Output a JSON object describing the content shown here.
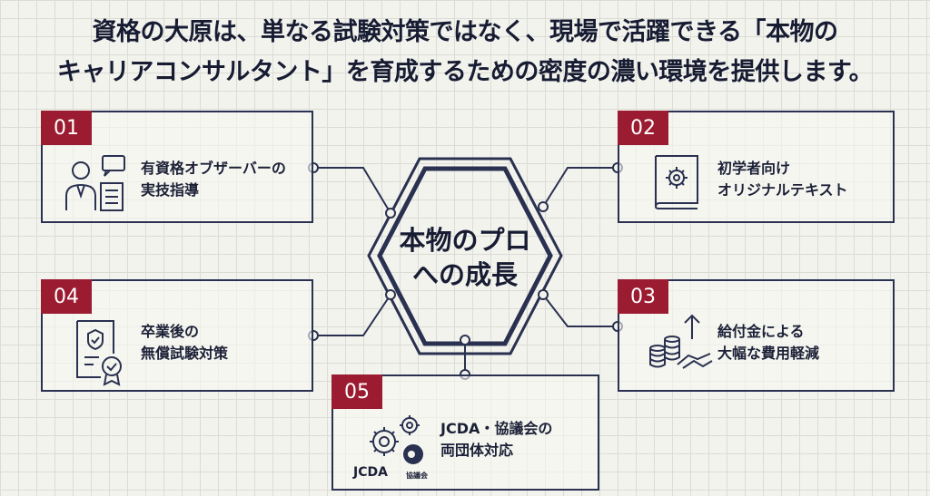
{
  "header": {
    "line1": "資格の大原は、単なる試験対策ではなく、現場で活躍できる「本物の",
    "line2": "キャリアコンサルタント」を育成するための密度の濃い環境を提供します。"
  },
  "center": {
    "line1": "本物のプロ",
    "line2": "への成長"
  },
  "features": [
    {
      "number": "01",
      "line1": "有資格オブザーバーの",
      "line2": "実技指導",
      "icon": "observer-clipboard-icon"
    },
    {
      "number": "02",
      "line1": "初学者向け",
      "line2": "オリジナルテキスト",
      "icon": "book-gear-icon"
    },
    {
      "number": "03",
      "line1": "給付金による",
      "line2": "大幅な費用軽減",
      "icon": "coins-handshake-icon"
    },
    {
      "number": "04",
      "line1": "卒業後の",
      "line2": "無償試験対策",
      "icon": "certificate-icon"
    },
    {
      "number": "05",
      "line1": "JCDA・協議会の",
      "line2": "両団体対応",
      "icon": "gears-logos-icon"
    }
  ],
  "logos": {
    "jcda": "JCDA",
    "council": "協議会"
  },
  "colors": {
    "accent": "#9b1b30",
    "navy": "#1b2036",
    "background": "#f3f3ee"
  }
}
